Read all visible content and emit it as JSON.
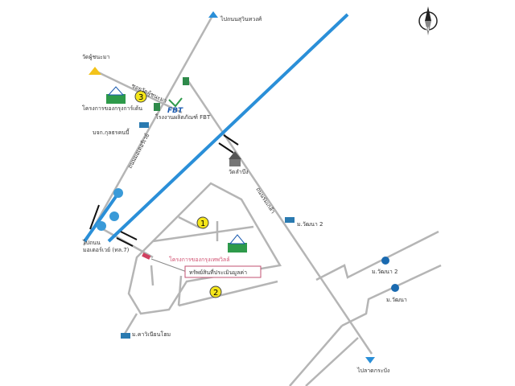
{
  "labels": {
    "to_top": "ไปถนนสุวินทวงศ์",
    "temple_north": "วัดผู้ชนะมา",
    "soi_temple": "ซอยวัดผู้ชนะมา",
    "project_3": "โครงการของกรุงการ์เด้น",
    "fbt_logo": "FBT",
    "fbt_factory": "โรงงานผลิตภัณฑ์ FBT",
    "company": "บจก.กุลธรคนบี้",
    "temple_center": "วัดลำบึง",
    "road_left": "ถนนมอเตอร์เวย์",
    "road_right": "ถนนร่มเกล้า",
    "to_left": "ไปถนน",
    "to_left2": "มอเตอร์เวย์ (ทล.7)",
    "project_main": "โครงการของกรุงเทพวิลล์",
    "appraised": "ทรัพย์สินที่ประเมินมูลค่า",
    "village_sw": "ม.คาวิเนียนโฮม",
    "village_e1": "ม.วัฒนา 2",
    "village_e2": "ม.วัฒนา 2",
    "village_e3": "ม.วัฒนา",
    "to_bottom": "ไปลาดกระบัง",
    "compass_n": "N"
  },
  "markers": [
    "1",
    "2",
    "3"
  ],
  "colors": {
    "expressway": "#2a8fd8",
    "road": "#b0b0b0",
    "marker": "#f5e61a",
    "project": "#2e9a4a",
    "appraised": "#d04060"
  }
}
